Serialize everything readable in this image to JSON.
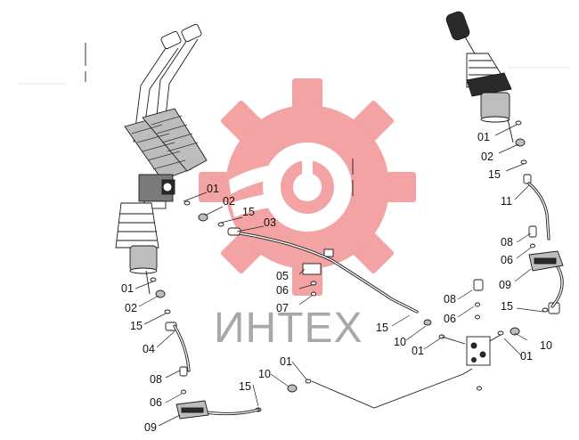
{
  "watermark": {
    "text": "ИНТЕХ",
    "gear_color": "#f08a8a",
    "text_color": "#9a9a9a"
  },
  "callouts": {
    "pedal_group": [
      "01",
      "02",
      "15",
      "03"
    ],
    "middle_group": [
      "05",
      "06",
      "07"
    ],
    "right_joystick": [
      "01",
      "02",
      "15",
      "11"
    ],
    "right_valve": [
      "08",
      "06",
      "09",
      "15",
      "10",
      "01"
    ],
    "center_block": [
      "08",
      "06",
      "15",
      "10",
      "01"
    ],
    "left_joystick": [
      "01",
      "02",
      "15",
      "04",
      "08",
      "06",
      "09"
    ],
    "bottom_line": [
      "01",
      "10",
      "15"
    ]
  }
}
